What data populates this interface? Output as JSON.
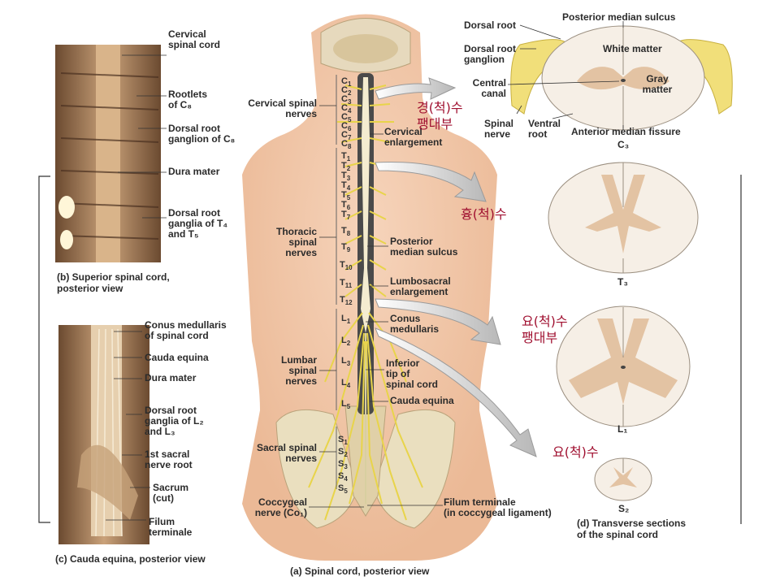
{
  "panel_b": {
    "caption": "(b) Superior spinal cord,\n     posterior view",
    "labels": [
      "Cervical\nspinal cord",
      "Rootlets\nof C₈",
      "Dorsal root\nganglion of C₈",
      "Dura mater",
      "Dorsal root\nganglia of T₄\nand T₅"
    ]
  },
  "panel_c": {
    "caption": "(c) Cauda equina, posterior view",
    "labels": [
      "Conus medullaris\nof spinal cord",
      "Cauda equina",
      "Dura mater",
      "Dorsal root\nganglia of L₂\nand L₃",
      "1st sacral\nnerve root",
      "Sacrum\n(cut)",
      "Filum\nterminale"
    ]
  },
  "panel_a": {
    "caption": "(a) Spinal cord, posterior view",
    "left_labels": [
      "Cervical spinal\nnerves",
      "Thoracic\nspinal\nnerves",
      "Lumbar\nspinal\nnerves",
      "Sacral spinal\nnerves",
      "Coccygeal\nnerve (Co₁)"
    ],
    "right_labels": [
      "Cervical\nenlargement",
      "Posterior\nmedian sulcus",
      "Lumbosacral\nenlargement",
      "Conus\nmedullaris",
      "Inferior\ntip of\nspinal cord",
      "Cauda equina",
      "Filum terminale\n(in coccygeal ligament)"
    ],
    "cervical_segments": [
      "C1",
      "C2",
      "C3",
      "C4",
      "C5",
      "C6",
      "C7",
      "C8"
    ],
    "thoracic_segments": [
      "T1",
      "T2",
      "T3",
      "T4",
      "T5",
      "T6",
      "T7",
      "T8",
      "T9",
      "T10",
      "T11",
      "T12"
    ],
    "lumbar_segments": [
      "L1",
      "L2",
      "L3",
      "L4",
      "L5"
    ],
    "sacral_segments": [
      "S1",
      "S2",
      "S3",
      "S4",
      "S5"
    ]
  },
  "panel_d": {
    "caption": "(d) Transverse sections\n     of the spinal cord",
    "labels": [
      "Dorsal root",
      "Posterior median sulcus",
      "Dorsal root\nganglion",
      "White matter",
      "Central\ncanal",
      "Gray\nmatter",
      "Spinal\nnerve",
      "Ventral\nroot",
      "Anterior median fissure"
    ],
    "section_labels": [
      "C₃",
      "T₃",
      "L₁",
      "S₂"
    ]
  },
  "korean_notes": [
    "경(척)수\n팽대부",
    "흉(척)수",
    "요(척)수\n팽대부",
    "요(척)수"
  ],
  "colors": {
    "nerve": "#e8d44a",
    "gray_matter": "#e3c3a3",
    "white_matter": "#f6efe6",
    "skin": "#f1c7aa",
    "bone": "#e9ddb8",
    "korean_text": "#a01030"
  }
}
